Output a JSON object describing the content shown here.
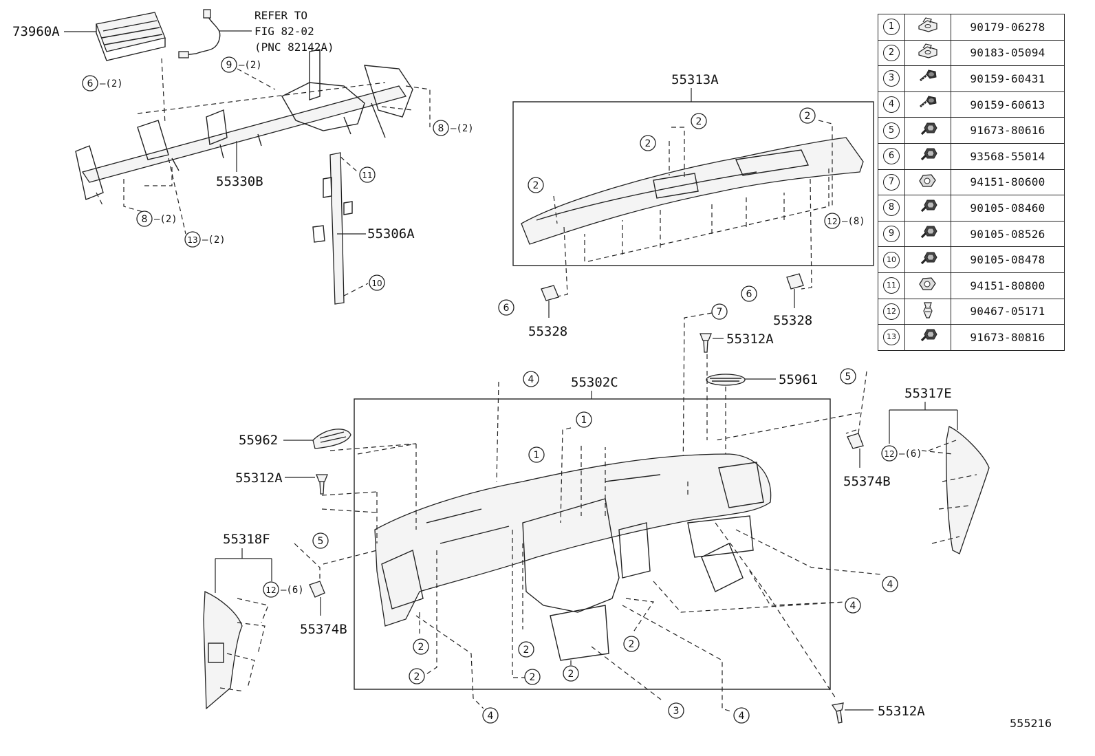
{
  "diagram_id": "555216",
  "refer_note": {
    "line1": "REFER TO",
    "line2": "FIG 82-02",
    "line3": "(PNC 82142A)"
  },
  "labels": {
    "p73960A": "73960A",
    "p55330B": "55330B",
    "p55306A": "55306A",
    "p55313A": "55313A",
    "p55328_left": "55328",
    "p55328_right": "55328",
    "p55312A_top": "55312A",
    "p55961": "55961",
    "p55302C": "55302C",
    "p55317E": "55317E",
    "p55962": "55962",
    "p55312A_left": "55312A",
    "p55374B_right": "55374B",
    "p55318F": "55318F",
    "p55374B_left": "55374B",
    "p55312A_bottom": "55312A"
  },
  "callouts": {
    "c6_top": {
      "num": "6",
      "qty": "(2)"
    },
    "c9": {
      "num": "9",
      "qty": "(2)"
    },
    "c8_right": {
      "num": "8",
      "qty": "(2)"
    },
    "c8_left": {
      "num": "8",
      "qty": "(2)"
    },
    "c13": {
      "num": "13",
      "qty": "(2)"
    },
    "c11": {
      "num": "11",
      "qty": ""
    },
    "c10": {
      "num": "10",
      "qty": ""
    },
    "c2_a": {
      "num": "2",
      "qty": ""
    },
    "c2_b": {
      "num": "2",
      "qty": ""
    },
    "c2_c": {
      "num": "2",
      "qty": ""
    },
    "c2_d": {
      "num": "2",
      "qty": ""
    },
    "c12_top": {
      "num": "12",
      "qty": "(8)"
    },
    "c6_left": {
      "num": "6",
      "qty": ""
    },
    "c6_right": {
      "num": "6",
      "qty": ""
    },
    "c7": {
      "num": "7",
      "qty": ""
    },
    "c4_top": {
      "num": "4",
      "qty": ""
    },
    "c5_right": {
      "num": "5",
      "qty": ""
    },
    "c1_a": {
      "num": "1",
      "qty": ""
    },
    "c1_b": {
      "num": "1",
      "qty": ""
    },
    "c12_right": {
      "num": "12",
      "qty": "(6)"
    },
    "c5_left": {
      "num": "5",
      "qty": ""
    },
    "c12_left": {
      "num": "12",
      "qty": "(6)"
    },
    "c4_r1": {
      "num": "4",
      "qty": ""
    },
    "c4_r2": {
      "num": "4",
      "qty": ""
    },
    "c2_e": {
      "num": "2",
      "qty": ""
    },
    "c2_f": {
      "num": "2",
      "qty": ""
    },
    "c2_g": {
      "num": "2",
      "qty": ""
    },
    "c2_h": {
      "num": "2",
      "qty": ""
    },
    "c2_i": {
      "num": "2",
      "qty": ""
    },
    "c2_j": {
      "num": "2",
      "qty": ""
    },
    "c4_b1": {
      "num": "4",
      "qty": ""
    },
    "c3": {
      "num": "3",
      "qty": ""
    },
    "c4_b2": {
      "num": "4",
      "qty": ""
    }
  },
  "fasteners": [
    {
      "no": "1",
      "icon": "nut-clip-icon",
      "part": "90179-06278"
    },
    {
      "no": "2",
      "icon": "nut-clip-icon",
      "part": "90183-05094"
    },
    {
      "no": "3",
      "icon": "screw-icon",
      "part": "90159-60431"
    },
    {
      "no": "4",
      "icon": "screw-icon",
      "part": "90159-60613"
    },
    {
      "no": "5",
      "icon": "bolt-icon",
      "part": "91673-80616"
    },
    {
      "no": "6",
      "icon": "bolt-icon",
      "part": "93568-55014"
    },
    {
      "no": "7",
      "icon": "nut-icon",
      "part": "94151-80600"
    },
    {
      "no": "8",
      "icon": "bolt-icon",
      "part": "90105-08460"
    },
    {
      "no": "9",
      "icon": "bolt-icon",
      "part": "90105-08526"
    },
    {
      "no": "10",
      "icon": "bolt-icon",
      "part": "90105-08478"
    },
    {
      "no": "11",
      "icon": "nut-icon",
      "part": "94151-80800"
    },
    {
      "no": "12",
      "icon": "clip-icon",
      "part": "90467-05171"
    },
    {
      "no": "13",
      "icon": "bolt-icon",
      "part": "91673-80816"
    }
  ]
}
